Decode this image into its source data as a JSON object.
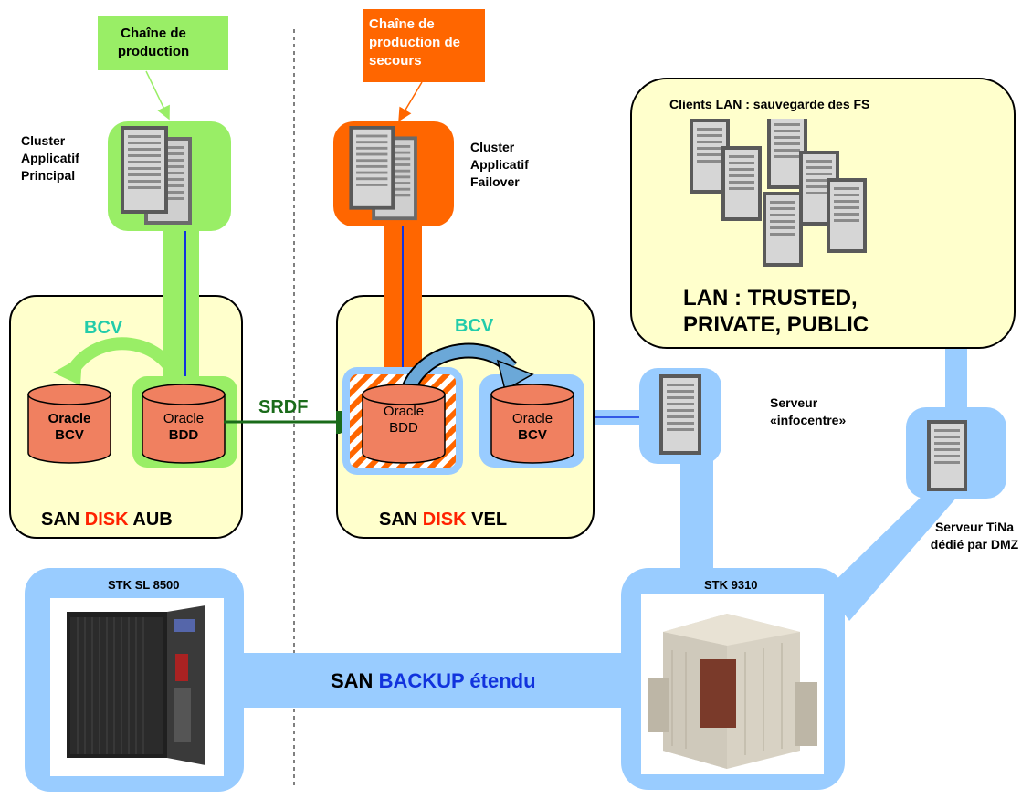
{
  "colors": {
    "green": "#99ee66",
    "orange": "#ff6600",
    "blue": "#99ccff",
    "yellow": "#ffffcc",
    "cylinder": "#f08060",
    "bcv_teal": "#22ccaa",
    "srdf_green": "#1a6b1a",
    "disk_red": "#ff2200",
    "backup_blue": "#1133dd"
  },
  "callouts": {
    "production": "Chaîne de production",
    "backup_production": "Chaîne de production de secours"
  },
  "clusters": {
    "principal": "Cluster Applicatif Principal",
    "failover": "Cluster Applicatif Failover"
  },
  "san_aub": {
    "bcv_label": "BCV",
    "disk_bcv": {
      "line1": "Oracle",
      "line2": "BCV"
    },
    "disk_bdd": {
      "line1": "Oracle",
      "line2": "BDD"
    },
    "title_prefix": "SAN",
    "title_disk": "DISK",
    "title_suffix": "AUB"
  },
  "srdf_label": "SRDF",
  "san_vel": {
    "bcv_label": "BCV",
    "disk_bdd": {
      "line1": "Oracle",
      "line2": "BDD"
    },
    "disk_bcv": {
      "line1": "Oracle",
      "line2": "BCV"
    },
    "title_prefix": "SAN",
    "title_disk": "DISK",
    "title_suffix": "VEL"
  },
  "infocentre_server": "Serveur «infocentre»",
  "lan_box": {
    "title": "Clients LAN : sauvegarde des FS",
    "main_line1": "LAN : TRUSTED,",
    "main_line2": "PRIVATE, PUBLIC"
  },
  "tina_server": "Serveur TiNa dédié par DMZ",
  "stk_sl8500": "STK SL 8500",
  "stk_9310": "STK 9310",
  "san_backup": {
    "prefix": "SAN",
    "backup": "BACKUP",
    "suffix": "étendu"
  },
  "icons": [
    "server-icon",
    "tape-library-sl8500-icon",
    "tape-library-9310-icon",
    "database-cylinder-icon"
  ]
}
